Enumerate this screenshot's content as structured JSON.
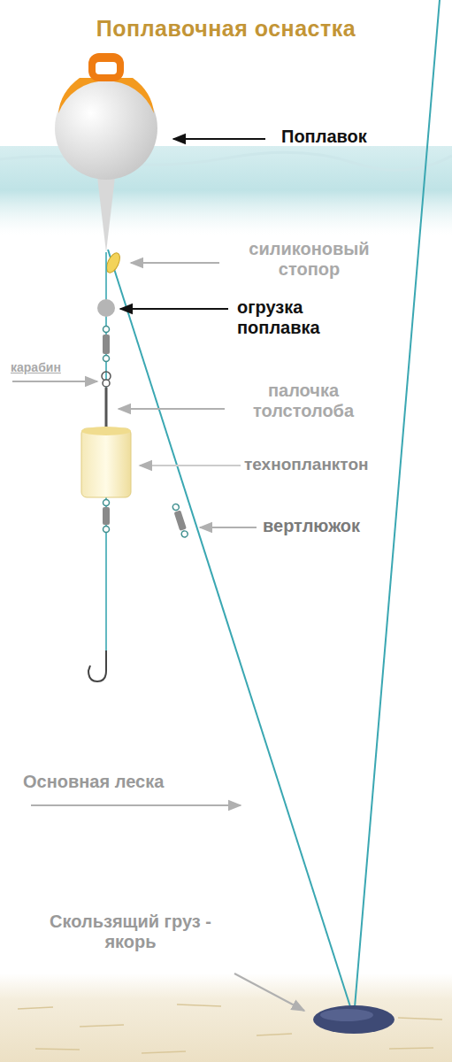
{
  "diagram": {
    "title": "Поплавочная оснастка",
    "labels": [
      "Поплавок",
      "силиконовый стопор",
      "огрузка поплавка",
      "карабин",
      "палочка толстолоба",
      "технопланктон",
      "вертлюжок",
      "Основная леска",
      "Скользящий груз - якорь"
    ]
  }
}
